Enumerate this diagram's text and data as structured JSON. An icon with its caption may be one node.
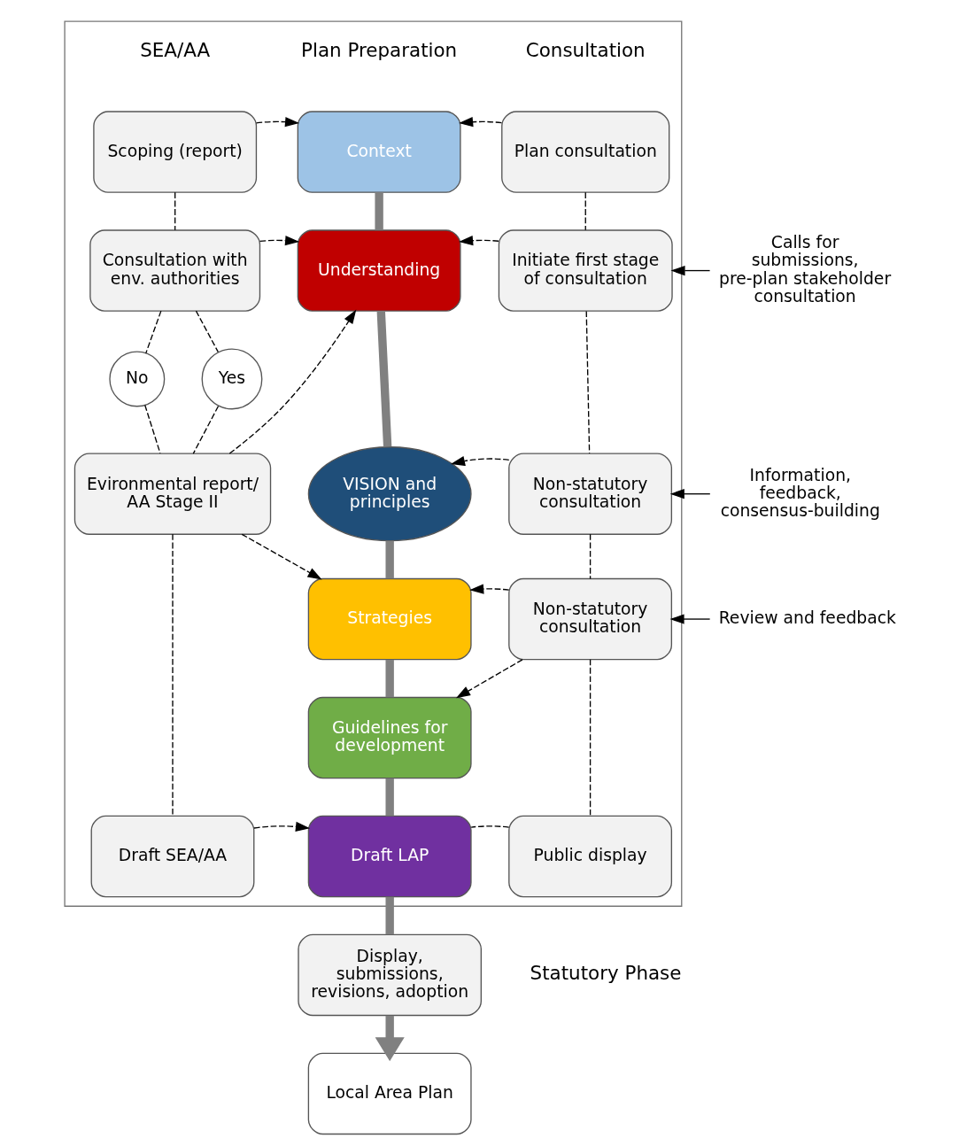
{
  "diagram": {
    "nodes": [
      {
        "text": [],
        "shape": "box"
      },
      {
        "text": [
          "Scoping (report)"
        ],
        "in": 0
      },
      {
        "text": [
          "Context"
        ],
        "in": 0
      },
      {
        "text": [
          "Plan consultation"
        ],
        "in": 0
      },
      {
        "text": [
          "Consultation with env. authorities"
        ],
        "in": 0
      },
      {
        "text": [
          "Understanding"
        ],
        "in": 0
      },
      {
        "text": [
          "Initiate first stage of consultation"
        ],
        "in": 0
      },
      {
        "text": [
          "Calls for submissions, pre-plan stakeholder consultation"
        ]
      },
      {
        "text": [
          "Yes"
        ],
        "in": 0
      },
      {
        "text": [
          "No"
        ],
        "in": 0
      },
      {
        "text": [
          "VISION and principles"
        ],
        "in": 0
      },
      {
        "text": [
          "Non-statutory consultation"
        ],
        "in": 0
      },
      {
        "text": [
          "Information, feedback, consensus-building"
        ]
      },
      {
        "text": [
          "Evironmental report/ AA Stage II"
        ],
        "in": 0
      },
      {
        "text": [
          "Strategies"
        ],
        "in": 0
      },
      {
        "text": [
          "Non-statutory consultation"
        ],
        "in": 0
      },
      {
        "text": [
          "Review and feedback"
        ]
      },
      {
        "text": [
          "Guidelines for development"
        ],
        "in": 0
      },
      {
        "text": [
          "Draft SEA/AA"
        ],
        "in": 0
      },
      {
        "text": [
          "Draft LAP"
        ],
        "in": 0
      },
      {
        "text": [
          "Public display"
        ],
        "in": 0
      },
      {
        "text": [
          "Display, submissions, revisions, adoption"
        ]
      },
      {
        "text": [
          "Local Area Plan"
        ]
      }
    ],
    "edges": [
      {
        "from": 1,
        "to": 2,
        "arrow": "to",
        "style": "dashed"
      },
      {
        "from": 3,
        "to": 2,
        "arrow": "to",
        "style": "dashed"
      },
      {
        "from": 1,
        "to": 4,
        "arrow": "none",
        "style": "dashed"
      },
      {
        "from": 2,
        "to": 5,
        "arrow": "none",
        "style": "thick",
        "color": "#808080"
      },
      {
        "from": 4,
        "to": 5,
        "arrow": "to",
        "style": "dashed"
      },
      {
        "from": 6,
        "to": 5,
        "arrow": "to",
        "style": "dashed"
      },
      {
        "from": 3,
        "to": 6,
        "arrow": "none",
        "style": "dashed"
      },
      {
        "from": 7,
        "to": 6,
        "arrow": "to"
      },
      {
        "from": 4,
        "to": 8,
        "arrow": "none",
        "style": "dashed"
      },
      {
        "from": 4,
        "to": 9,
        "arrow": "none",
        "style": "dashed"
      },
      {
        "from": 5,
        "to": 10,
        "arrow": "none",
        "style": "thick",
        "color": "#808080"
      },
      {
        "from": 11,
        "to": 10,
        "arrow": "to",
        "style": "dashed"
      },
      {
        "from": 6,
        "to": 11,
        "arrow": "none",
        "style": "dashed"
      },
      {
        "from": 12,
        "to": 11,
        "arrow": "to"
      },
      {
        "from": 8,
        "to": 13,
        "arrow": "none",
        "style": "dashed"
      },
      {
        "from": 9,
        "to": 13,
        "arrow": "none",
        "style": "dashed"
      },
      {
        "from": 13,
        "to": 5,
        "arrow": "to",
        "style": "dashed"
      },
      {
        "from": 13,
        "to": 14,
        "arrow": "to",
        "style": "dashed"
      },
      {
        "from": 10,
        "to": 14,
        "arrow": "none",
        "style": "thick",
        "color": "#808080"
      },
      {
        "from": 15,
        "to": 14,
        "arrow": "to",
        "style": "dashed"
      },
      {
        "from": 11,
        "to": 15,
        "arrow": "none",
        "style": "dashed"
      },
      {
        "from": 16,
        "to": 15,
        "arrow": "to"
      },
      {
        "from": 14,
        "to": 17,
        "arrow": "none",
        "style": "thick",
        "color": "#808080"
      },
      {
        "from": 15,
        "to": 17,
        "arrow": "to",
        "style": "dashed"
      },
      {
        "from": 13,
        "to": 18,
        "arrow": "none",
        "style": "dashed"
      },
      {
        "from": 17,
        "to": 19,
        "arrow": "none",
        "style": "thick",
        "color": "#808080"
      },
      {
        "from": 18,
        "to": 19,
        "arrow": "to",
        "style": "dashed"
      },
      {
        "from": 20,
        "to": 19,
        "arrow": "none",
        "style": "dashed"
      },
      {
        "from": 15,
        "to": 20,
        "arrow": "none",
        "style": "dashed"
      },
      {
        "from": 19,
        "to": 21,
        "arrow": "none",
        "style": "thick",
        "color": "#808080"
      },
      {
        "from": 21,
        "to": 22,
        "arrow": "to",
        "style": "thick",
        "color": "#808080"
      }
    ],
    "labels": [
      "SEA/AA",
      "Plan Preparation",
      "Consultation",
      "Statutory Phase"
    ]
  }
}
